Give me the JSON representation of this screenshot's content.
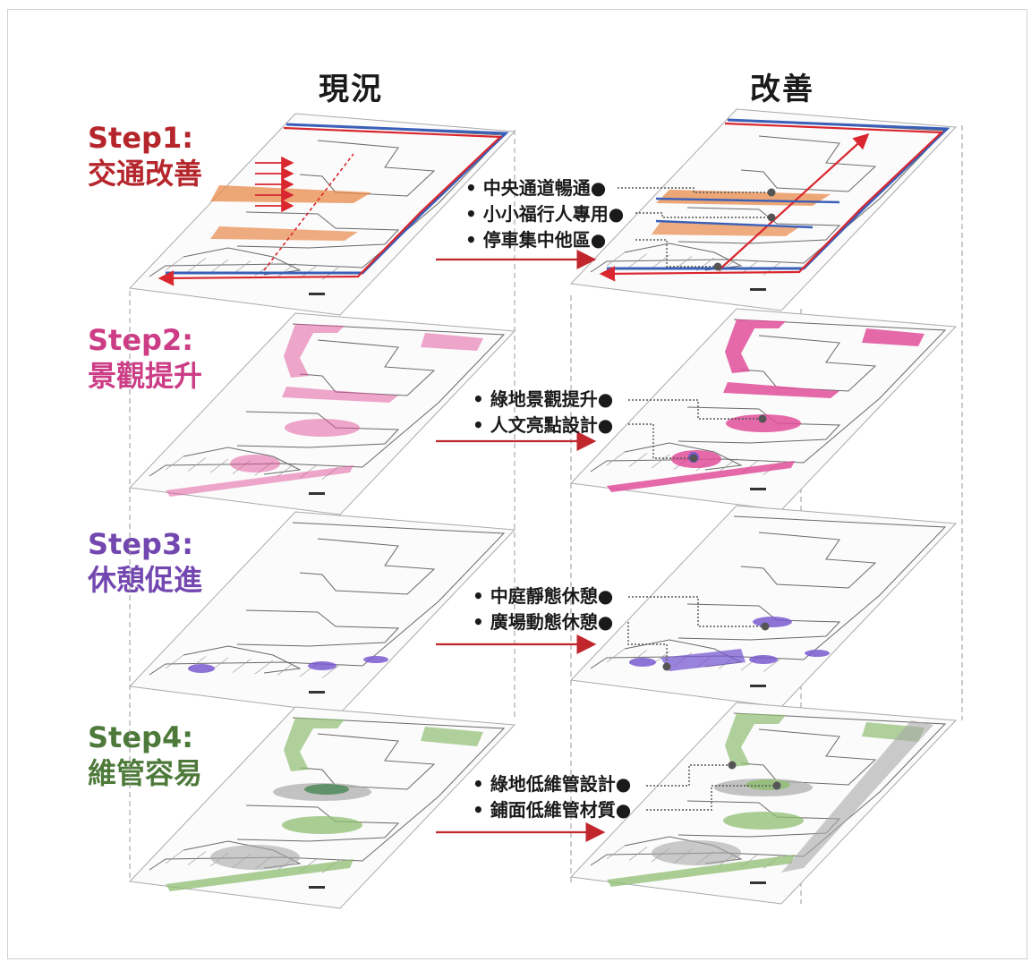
{
  "columns": {
    "current": "現況",
    "improved": "改善"
  },
  "steps": [
    {
      "id": "step1",
      "label": "Step1:",
      "subtitle": "交通改善",
      "color": "#b5262c",
      "bullets": [
        "中央通道暢通",
        "小小福行人專用",
        "停車集中他區"
      ]
    },
    {
      "id": "step2",
      "label": "Step2:",
      "subtitle": "景觀提升",
      "color": "#cc3d86",
      "bullets": [
        "綠地景觀提升",
        "人文亮點設計"
      ]
    },
    {
      "id": "step3",
      "label": "Step3:",
      "subtitle": "休憩促進",
      "color": "#7347b0",
      "bullets": [
        "中庭靜態休憩",
        "廣場動態休憩"
      ]
    },
    {
      "id": "step4",
      "label": "Step4:",
      "subtitle": "維管容易",
      "color": "#4d7a3a",
      "bullets": [
        "綠地低維管設計",
        "鋪面低維管材質"
      ]
    }
  ],
  "layer_colors": {
    "traffic_red": "#d9262f",
    "traffic_blue": "#3a5fb8",
    "traffic_orange": "#e8894a",
    "landscape_pink": "#e04f9a",
    "rest_purple": "#7a5bd0",
    "maintain_green": "#8fbd72",
    "maintain_gray": "#a9a9a9"
  }
}
